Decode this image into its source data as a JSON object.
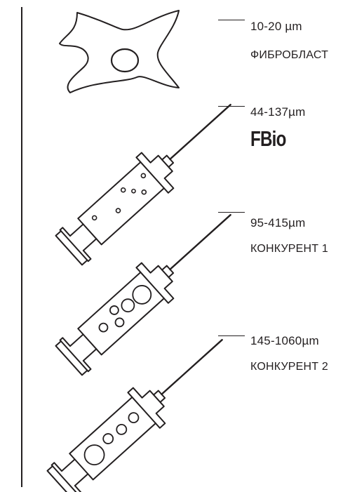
{
  "items": [
    {
      "size": "10-20 µm",
      "name": "ФИБРОБЛАСТ",
      "icon": "fibroblast-icon"
    },
    {
      "size": "44-137µm",
      "name": "FBio",
      "icon": "syringe-icon"
    },
    {
      "size": "95-415µm",
      "name": "КОНКУРЕНТ 1",
      "icon": "syringe-icon"
    },
    {
      "size": "145-1060µm",
      "name": "КОНКУРЕНТ 2",
      "icon": "syringe-icon"
    }
  ],
  "colors": {
    "ink": "#231f20",
    "background": "#ffffff"
  }
}
